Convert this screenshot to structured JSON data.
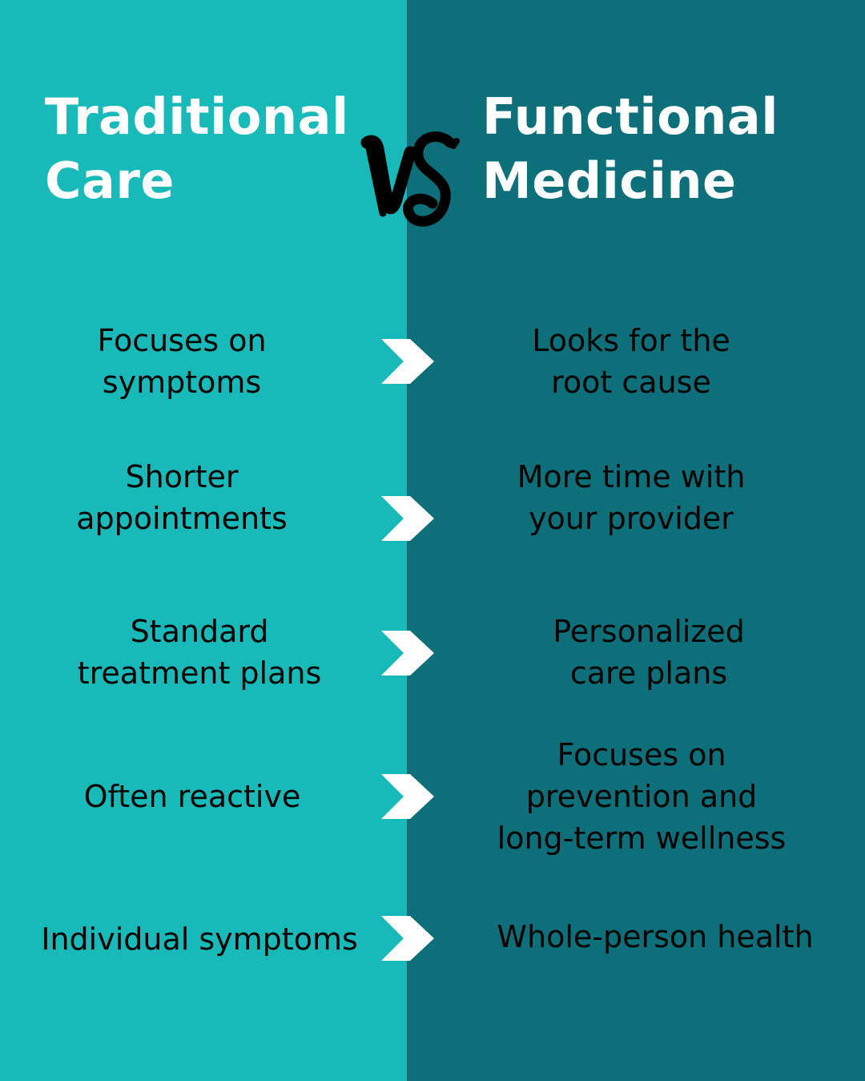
{
  "colors": {
    "left_panel": "#17b9b9",
    "right_panel": "#0c6f79",
    "heading_text": "#ffffff",
    "item_text": "#000000",
    "arrow": "#ffffff"
  },
  "left_heading": [
    "Traditional",
    "Care"
  ],
  "right_heading": [
    "Functional",
    "Medicine"
  ],
  "vs_label": "VS",
  "rows": [
    {
      "left": [
        "Focuses on",
        "symptoms"
      ],
      "right": [
        "Looks for the",
        "root cause"
      ]
    },
    {
      "left": [
        "Shorter",
        "appointments"
      ],
      "right": [
        "More time with",
        "your provider"
      ]
    },
    {
      "left": [
        "Standard",
        "treatment plans"
      ],
      "right": [
        "Personalized",
        "care plans"
      ]
    },
    {
      "left": [
        "Often reactive"
      ],
      "right": [
        "Focuses on",
        "prevention and",
        "long-term wellness"
      ]
    },
    {
      "left": [
        "Individual symptoms"
      ],
      "right": [
        "Whole-person health"
      ]
    }
  ],
  "arrow_icon": "chevron-right-icon"
}
